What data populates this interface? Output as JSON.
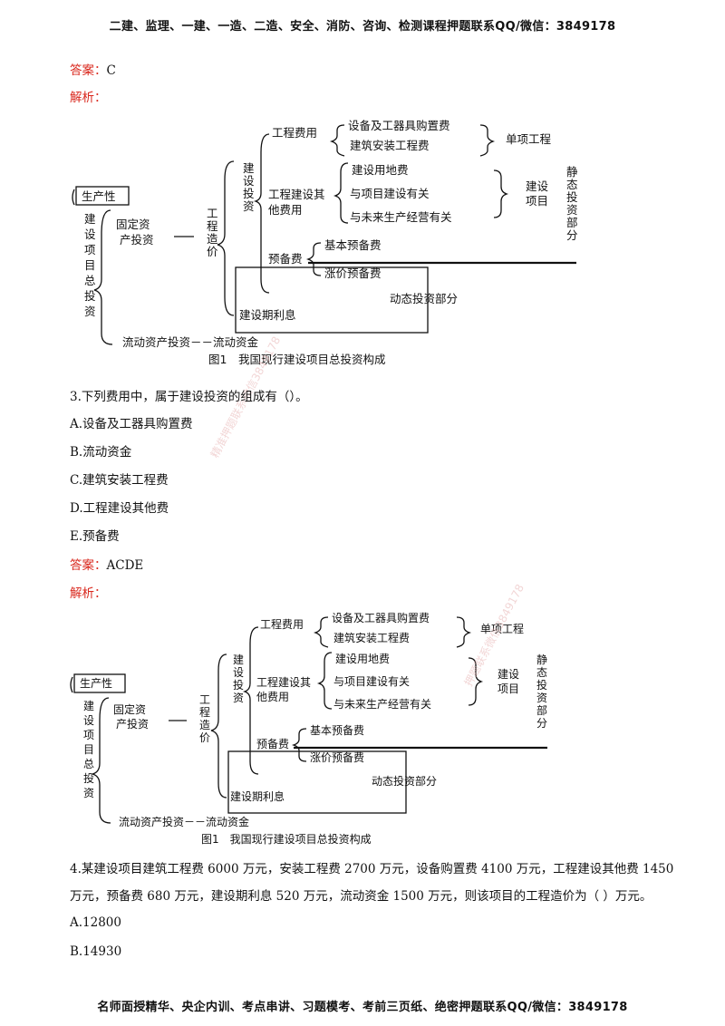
{
  "header": "二建、监理、一建、一造、二造、安全、消防、咨询、检测课程押题联系QQ/微信：3849178",
  "footer": "名师面授精华、央企内训、考点串讲、习题模考、考前三页纸、绝密押题联系QQ/微信：3849178",
  "answer_label": "答案：",
  "analysis_label": "解析：",
  "q2": {
    "answer": "C"
  },
  "diagram": {
    "shengchanxing": "生产性",
    "total": [
      "建",
      "设",
      "项",
      "目",
      "总",
      "投",
      "资"
    ],
    "fixed1": "固定资",
    "fixed2": "产投资",
    "gczj": [
      "工",
      "程",
      "造",
      "价"
    ],
    "jstz": [
      "建",
      "设",
      "投",
      "资"
    ],
    "gcfy": "工程费用",
    "equip": "设备及工器具购置费",
    "build": "建筑安装工程费",
    "dxgc": "单项工程",
    "other1": "工程建设其",
    "other2": "他费用",
    "land": "建设用地费",
    "rel1": "与项目建设有关",
    "rel2": "与未来生产经营有关",
    "jsxm1": "建设",
    "jsxm2": "项目",
    "static": [
      "静",
      "态",
      "投",
      "资",
      "部",
      "分"
    ],
    "ybf": "预备费",
    "basic": "基本预备费",
    "price": "涨价预备费",
    "dynamic": "动态投资部分",
    "interest": "建设期利息",
    "current": "流动资产投资－－流动资金",
    "caption": "图1　我国现行建设项目总投资构成"
  },
  "q3": {
    "stem": "3.下列费用中，属于建设投资的组成有（）。",
    "options": [
      "A.设备及工器具购置费",
      "B.流动资金",
      "C.建筑安装工程费",
      "D.工程建设其他费",
      "E.预备费"
    ],
    "answer": "ACDE"
  },
  "q4": {
    "stem1": "4.某建设项目建筑工程费 6000 万元，安装工程费 2700 万元，设备购置费 4100 万元，工程建设其他费 1450",
    "stem2": "万元，预备费 680 万元，建设期利息 520 万元，流动资金 1500 万元，则该项目的工程造价为（  ）万元。",
    "options": [
      "A.12800",
      "B.14930"
    ]
  },
  "watermarks": [
    "精准押题联系微信3849178",
    "押题联系微信3849178"
  ]
}
